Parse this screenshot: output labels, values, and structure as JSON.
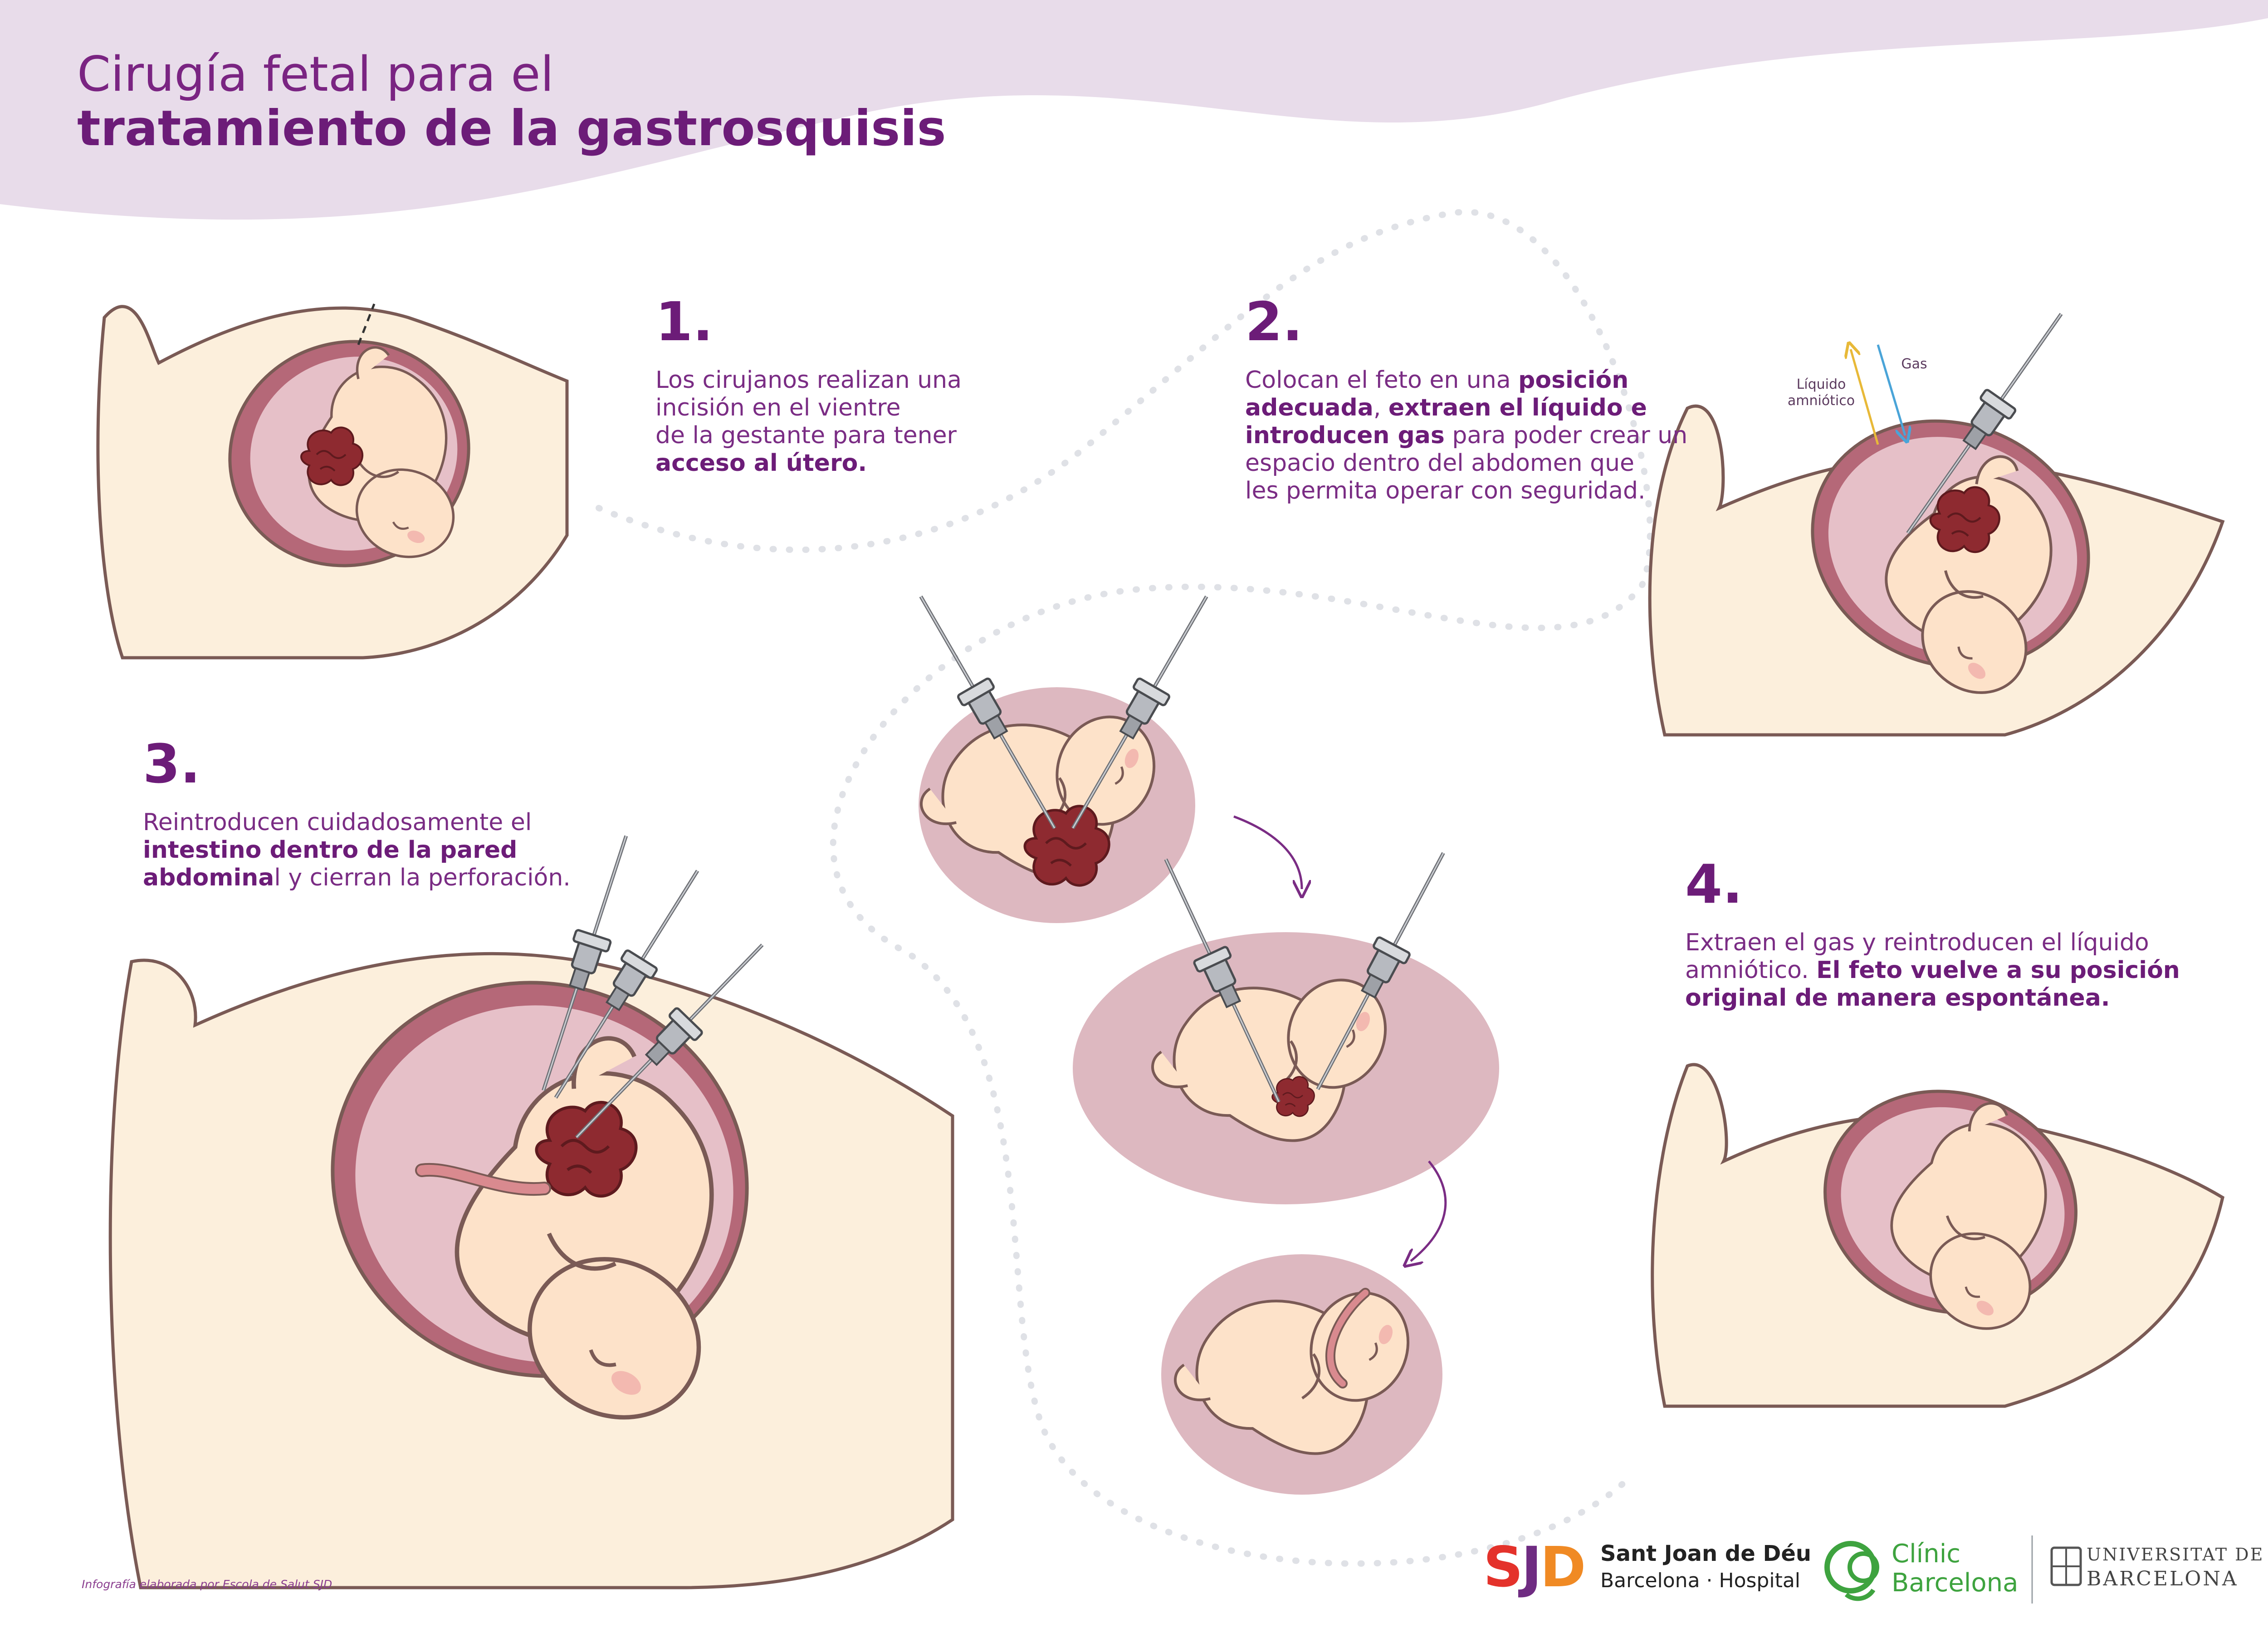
{
  "title": {
    "line1": "Cirugía fetal para el",
    "line2": "tratamiento de la gastrosquisis"
  },
  "steps": [
    {
      "number": "1.",
      "lines": [
        [
          {
            "t": "Los cirujanos realizan una",
            "b": false
          }
        ],
        [
          {
            "t": "incisión en el vientre",
            "b": false
          }
        ],
        [
          {
            "t": "de la gestante para tener",
            "b": false
          }
        ],
        [
          {
            "t": "acceso al útero.",
            "b": true
          }
        ]
      ]
    },
    {
      "number": "2.",
      "lines": [
        [
          {
            "t": "Colocan el feto en una ",
            "b": false
          },
          {
            "t": "posición",
            "b": true
          }
        ],
        [
          {
            "t": "adecuada",
            "b": true
          },
          {
            "t": ", ",
            "b": false
          },
          {
            "t": "extraen el líquido e",
            "b": true
          }
        ],
        [
          {
            "t": "introducen gas",
            "b": true
          },
          {
            "t": " para poder crear un",
            "b": false
          }
        ],
        [
          {
            "t": "espacio dentro del abdomen que",
            "b": false
          }
        ],
        [
          {
            "t": "les permita operar con seguridad.",
            "b": false
          }
        ]
      ]
    },
    {
      "number": "3.",
      "lines": [
        [
          {
            "t": "Reintroducen cuidadosamente el",
            "b": false
          }
        ],
        [
          {
            "t": "intestino dentro de la pared",
            "b": true
          }
        ],
        [
          {
            "t": "abdomina",
            "b": true
          },
          {
            "t": "l y cierran la perforación.",
            "b": false
          }
        ]
      ]
    },
    {
      "number": "4.",
      "lines": [
        [
          {
            "t": "Extraen el gas y reintroducen el líquido",
            "b": false
          }
        ],
        [
          {
            "t": "amniótico. ",
            "b": false
          },
          {
            "t": "El feto vuelve a su posición",
            "b": true
          }
        ],
        [
          {
            "t": "original de manera espontánea.",
            "b": true
          }
        ]
      ]
    }
  ],
  "labels": {
    "liquido_line1": "Líquido",
    "liquido_line2": "amniótico",
    "gas": "Gas"
  },
  "credit": "Infografía elaborada por Escola de Salut SJD",
  "logos": {
    "sjd": {
      "mark_s": "S",
      "mark_j": "J",
      "mark_d": "D",
      "line1": "Sant Joan de Déu",
      "line2": "Barcelona · Hospital"
    },
    "clinic": {
      "line1": "Clínic",
      "line2": "Barcelona"
    },
    "ub": {
      "line1": "UNIVERSITAT DE",
      "line2": "BARCELONA"
    }
  },
  "colors": {
    "header": "#e8dcea",
    "skin": "#fcefdc",
    "uterus_outer": "#b56878",
    "uterus_inner": "#e6c0c8",
    "fetus": "#fde2c9",
    "intestine": "#8e2a30",
    "bubble": "#ddb8c0",
    "title": "#6c1c78",
    "arrow": "#7a2c84",
    "gas_arrow": "#4aa4d8",
    "liquid_arrow": "#e8b938",
    "sjd_red": "#e4322b",
    "sjd_purple": "#6f2c82",
    "sjd_orange": "#f08a24",
    "clinic_green": "#3ea33f"
  }
}
